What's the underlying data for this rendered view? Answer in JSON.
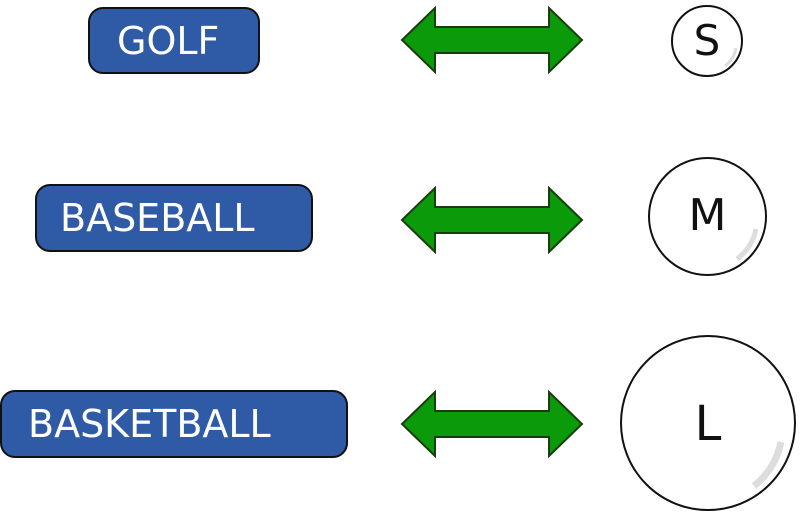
{
  "rows": [
    {
      "sport": "GOLF",
      "size": "S"
    },
    {
      "sport": "BASEBALL",
      "size": "M"
    },
    {
      "sport": "BASKETBALL",
      "size": "L"
    }
  ],
  "colors": {
    "pill_fill": "#2f5aa6",
    "pill_text": "#ffffff",
    "arrow_fill": "#0a9a0a",
    "arrow_stroke": "#1a3d10",
    "ball_fill": "#ffffff",
    "outline": "#111111"
  },
  "icons": {
    "arrow": "double-headed-arrow-icon",
    "ball": "circle-icon"
  }
}
